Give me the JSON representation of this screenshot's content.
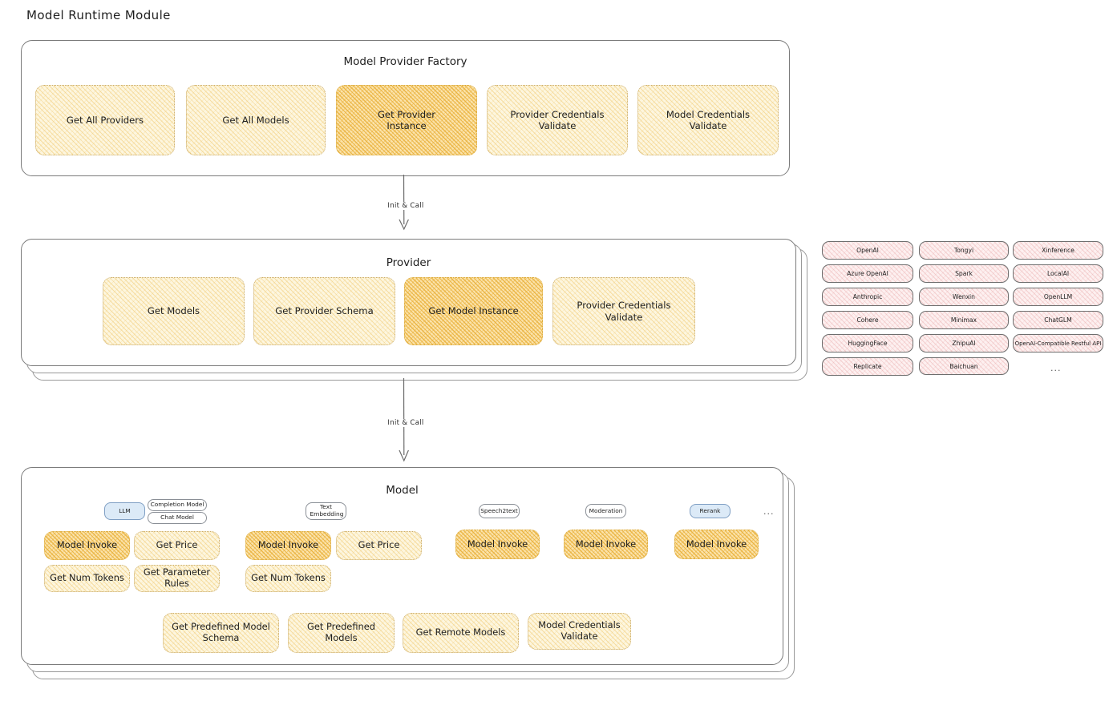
{
  "page": {
    "title": "Model Runtime Module"
  },
  "factory": {
    "title": "Model Provider Factory",
    "methods": [
      {
        "label": "Get All Providers",
        "highlight": false
      },
      {
        "label": "Get All Models",
        "highlight": false
      },
      {
        "label": "Get Provider Instance",
        "highlight": true
      },
      {
        "label": "Provider Credentials Validate",
        "highlight": false
      },
      {
        "label": "Model Credentials Validate",
        "highlight": false
      }
    ]
  },
  "arrows": [
    {
      "label": "Init & Call"
    },
    {
      "label": "Init & Call"
    }
  ],
  "provider": {
    "title": "Provider",
    "methods": [
      {
        "label": "Get Models",
        "highlight": false
      },
      {
        "label": "Get Provider Schema",
        "highlight": false
      },
      {
        "label": "Get Model Instance",
        "highlight": true
      },
      {
        "label": "Provider Credentials Validate",
        "highlight": false
      }
    ]
  },
  "provider_list": {
    "ellipsis": "...",
    "columns": [
      {
        "items": [
          "OpenAI",
          "Azure OpenAI",
          "Anthropic",
          "Cohere",
          "HuggingFace",
          "Replicate"
        ]
      },
      {
        "items": [
          "Tongyi",
          "Spark",
          "Wenxin",
          "Minimax",
          "ZhipuAI",
          "Baichuan"
        ]
      },
      {
        "items": [
          "Xinference",
          "LocalAI",
          "OpenLLM",
          "ChatGLM",
          "OpenAI-Compatible Restful API"
        ]
      }
    ]
  },
  "model": {
    "title": "Model",
    "ellipsis": "...",
    "types": [
      {
        "tag": "LLM",
        "tag_style": "blue",
        "subtags": [
          "Completion Model",
          "Chat Model"
        ],
        "methods": [
          {
            "label": "Model Invoke",
            "highlight": true
          },
          {
            "label": "Get Price",
            "highlight": false
          },
          {
            "label": "Get Num Tokens",
            "highlight": false
          },
          {
            "label": "Get Parameter Rules",
            "highlight": false
          }
        ]
      },
      {
        "tag": "Text Embedding",
        "tag_style": "white",
        "subtags": [],
        "methods": [
          {
            "label": "Model Invoke",
            "highlight": true
          },
          {
            "label": "Get Price",
            "highlight": false
          },
          {
            "label": "Get Num Tokens",
            "highlight": false
          }
        ]
      },
      {
        "tag": "Speech2text",
        "tag_style": "white",
        "subtags": [],
        "methods": [
          {
            "label": "Model Invoke",
            "highlight": true
          }
        ]
      },
      {
        "tag": "Moderation",
        "tag_style": "white",
        "subtags": [],
        "methods": [
          {
            "label": "Model Invoke",
            "highlight": true
          }
        ]
      },
      {
        "tag": "Rerank",
        "tag_style": "blue",
        "subtags": [],
        "methods": [
          {
            "label": "Model Invoke",
            "highlight": true
          }
        ]
      }
    ],
    "common_methods": [
      {
        "label": "Get Predefined Model Schema"
      },
      {
        "label": "Get Predefined Models"
      },
      {
        "label": "Get Remote Models"
      },
      {
        "label": "Model Credentials Validate"
      }
    ]
  },
  "colors": {
    "chip_fill": "#fdf6df",
    "chip_highlight_fill": "#fbe3ab",
    "chip_border": "#c9ab6a",
    "pill_fill": "#fdf0f0",
    "tag_blue_fill": "#dceaf7",
    "container_border": "#7b7b7b",
    "text": "#1e1e1e"
  }
}
